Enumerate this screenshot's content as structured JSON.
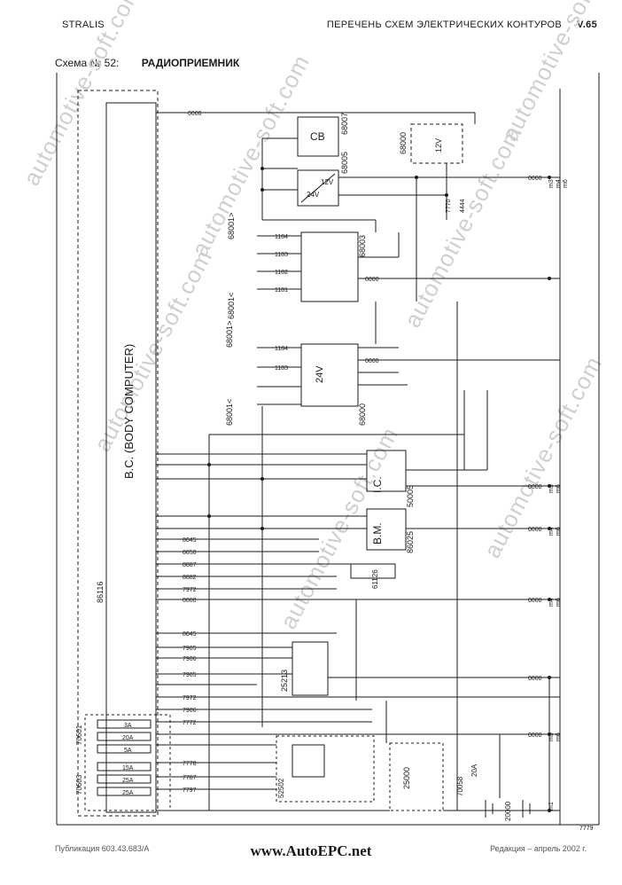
{
  "header": {
    "brand": "STRALIS",
    "title": "ПЕРЕЧЕНЬ СХЕМ ЭЛЕКТРИЧЕСКИХ КОНТУРОВ",
    "version": "V.65"
  },
  "scheme": {
    "number": "Схема № 52:",
    "title": "РАДИОПРИЕМНИК"
  },
  "footer": {
    "publication": "Публикация 603.43.683/A",
    "site": "www.AutoEPC.net",
    "edition": "Редакция – апрель 2002 г."
  },
  "watermark": "automotive-soft.com",
  "diagram": {
    "body_computer": "B.C. (BODY COMPUTER)",
    "bc_code": "86116",
    "cb_label": "CB",
    "converter_left": "24V",
    "converter_right": "12V",
    "converter_code": "68005",
    "cb_code": "68007",
    "radio_12v_label": "12V",
    "radio_12v_code": "68000",
    "speakers_code_a": "68001>",
    "speakers_code_b": "68001<",
    "radio_upper_code": "68003",
    "radio_24v_label": "24V",
    "radio_24v_code": "68000",
    "ic_label": "I.C.",
    "ic_code": "50005",
    "bm_label": "B.M.",
    "bm_code": "86025",
    "relay_code": "25213",
    "switch_code": "25000",
    "fuse_code_a": "70601",
    "fuse_code_b": "70603",
    "fuse_values": [
      "3A",
      "20A",
      "5A",
      "15A",
      "25A",
      "25A"
    ],
    "fuse_main": "20A",
    "fuse_main_code": "70058",
    "battery_code": "20000",
    "ignition_code": "52502",
    "antenna_code": "61126",
    "figure_id": "7779",
    "wires": [
      "0000",
      "7770",
      "4444",
      "1184",
      "1183",
      "1182",
      "1181",
      "1184",
      "1183",
      "8045",
      "8050",
      "8887",
      "8882",
      "7972",
      "7905",
      "7906",
      "7772",
      "7778",
      "7787",
      "7797"
    ],
    "grounds": [
      "m3",
      "m4",
      "m6",
      "m5",
      "m6",
      "m4",
      "m6",
      "m4",
      "m6",
      "m5",
      "m6",
      "m1"
    ]
  }
}
